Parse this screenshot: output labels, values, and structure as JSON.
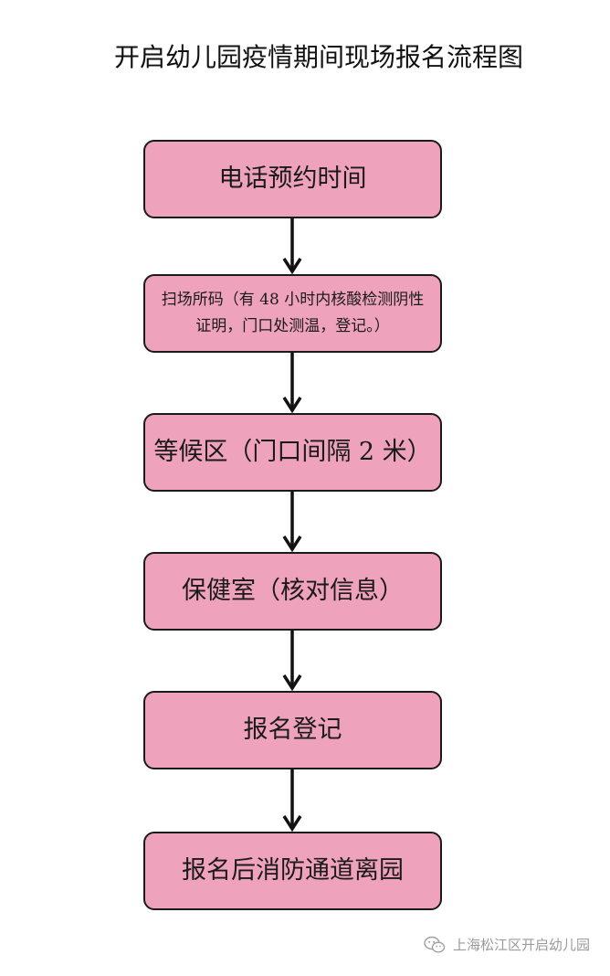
{
  "title": "开启幼儿园疫情期间现场报名流程图",
  "steps": [
    {
      "label": "电话预约时间"
    },
    {
      "label": "扫场所码（有 48 小时内核酸检测阴性证明，门口处测温，登记。）"
    },
    {
      "label": "等候区（门口间隔 2 米）"
    },
    {
      "label": "保健室（核对信息）"
    },
    {
      "label": "报名登记"
    },
    {
      "label": "报名后消防通道离园"
    }
  ],
  "footer": {
    "account": "上海松江区开启幼儿园",
    "icon": "wechat-icon"
  },
  "colors": {
    "box_fill": "#efa2bb",
    "box_border": "#1a1a1a",
    "arrow": "#111111"
  }
}
